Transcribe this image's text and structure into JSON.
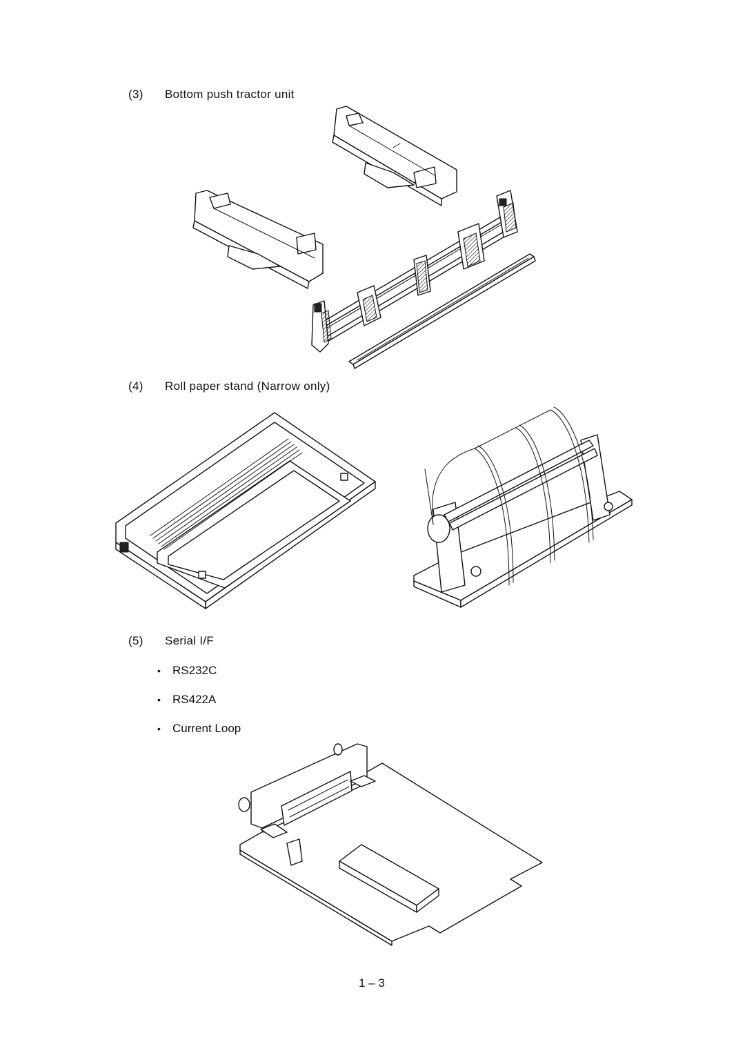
{
  "sections": [
    {
      "number": "(3)",
      "title": "Bottom push tractor unit"
    },
    {
      "number": "(4)",
      "title": "Roll paper stand (Narrow only)"
    },
    {
      "number": "(5)",
      "title": "Serial I/F"
    }
  ],
  "serial_options": [
    "RS232C",
    "RS422A",
    "Current Loop"
  ],
  "bullet_glyph": "•",
  "page_number": "1 – 3",
  "icons": [
    "tractor-unit-illustration",
    "roll-paper-cover-illustration",
    "roll-paper-stand-illustration",
    "serial-interface-board-illustration"
  ]
}
